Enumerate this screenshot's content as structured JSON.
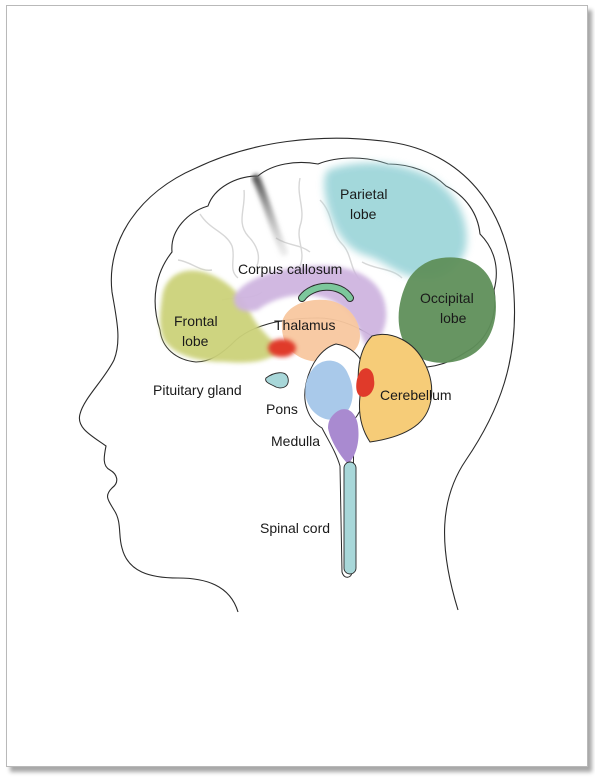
{
  "labels": {
    "parietal_1": "Parietal",
    "parietal_2": "lobe",
    "corpus_callosum": "Corpus callosum",
    "occipital_1": "Occipital",
    "occipital_2": "lobe",
    "frontal_1": "Frontal",
    "frontal_2": "lobe",
    "thalamus": "Thalamus",
    "pituitary": "Pituitary gland",
    "pons": "Pons",
    "cerebellum": "Cerebellum",
    "medulla": "Medulla",
    "spinal_cord": "Spinal cord"
  },
  "colors": {
    "parietal": "#9fd6da",
    "occipital": "#5f8f5a",
    "frontal": "#ccd27a",
    "corpus_callosum": "#cfb5e0",
    "thalamus": "#f8c79f",
    "arc": "#7cc79c",
    "cerebellum": "#f6cc78",
    "red": "#e03a2a",
    "pons": "#a9c9ea",
    "medulla": "#a98ad0",
    "spinal_cord": "#a8d7d9",
    "pituitary": "#a8d7d9",
    "outline": "#2a2a2a"
  }
}
